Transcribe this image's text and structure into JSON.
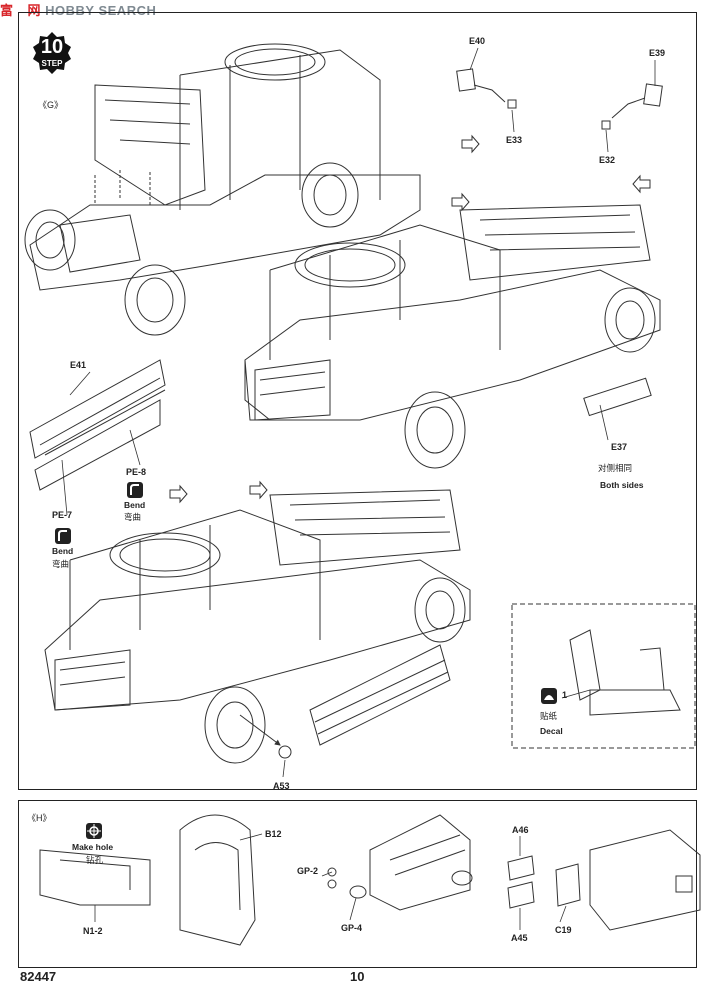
{
  "watermark": {
    "red_text": "富  网",
    "gray_text": "HOBBY SEARCH"
  },
  "step": {
    "label": "STEP",
    "number": "10"
  },
  "section_g": {
    "marker": "《G》"
  },
  "section_h": {
    "marker": "《H》"
  },
  "parts": {
    "e40": "E40",
    "e33": "E33",
    "e39": "E39",
    "e32": "E32",
    "e41": "E41",
    "pe8": "PE-8",
    "pe7": "PE-7",
    "e37": "E37",
    "a53": "A53",
    "b12": "B12",
    "n12": "N1-2",
    "gp2": "GP-2",
    "gp4": "GP-4",
    "a46": "A46",
    "a45": "A45",
    "c19": "C19",
    "decal_no": "1"
  },
  "notes": {
    "bend_en": "Bend",
    "bend_cn": "弯曲",
    "both_sides_cn": "对侧相同",
    "both_sides_en": "Both sides",
    "decal_cn": "贴纸",
    "decal_en": "Decal",
    "make_hole_en": "Make hole",
    "make_hole_cn": "钻孔"
  },
  "footer": {
    "kit_number": "82447",
    "page_number": "10"
  },
  "icons": [
    "step-badge-icon",
    "bend-icon",
    "decal-icon",
    "make-hole-icon",
    "arrow-icon"
  ]
}
